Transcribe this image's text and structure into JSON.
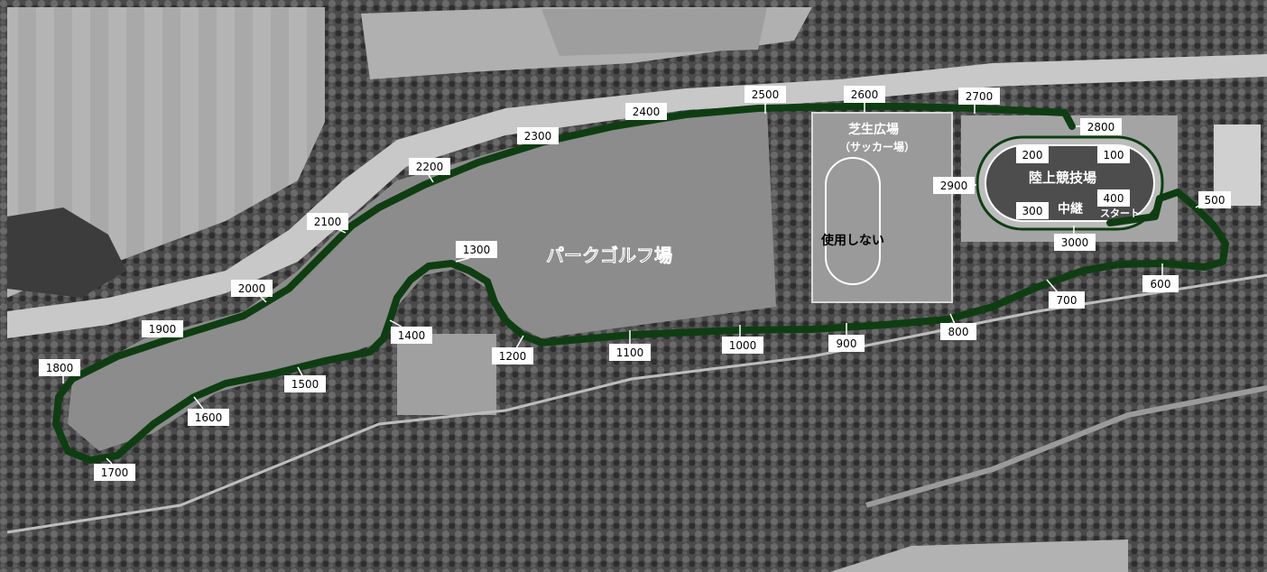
{
  "map": {
    "colors": {
      "route": "#0f3d12",
      "field": "#7a7a7a",
      "golf": "#8a8a8a",
      "forest": "#3a3a3a",
      "river": "#b8b8b8",
      "farmland": "#9a9a9a"
    },
    "areas": {
      "park_golf": "パークゴルフ場",
      "lawn_plaza": "芝生広場",
      "lawn_plaza_sub": "（サッカー場）",
      "not_used": "使用しない",
      "athletics": "陸上競技場",
      "relay": "中継",
      "start": "スタート"
    },
    "markers": [
      "100",
      "200",
      "300",
      "400",
      "500",
      "600",
      "700",
      "800",
      "900",
      "1000",
      "1100",
      "1200",
      "1300",
      "1400",
      "1500",
      "1600",
      "1700",
      "1800",
      "1900",
      "2000",
      "2100",
      "2200",
      "2300",
      "2400",
      "2500",
      "2600",
      "2700",
      "2800",
      "2900",
      "3000"
    ]
  }
}
